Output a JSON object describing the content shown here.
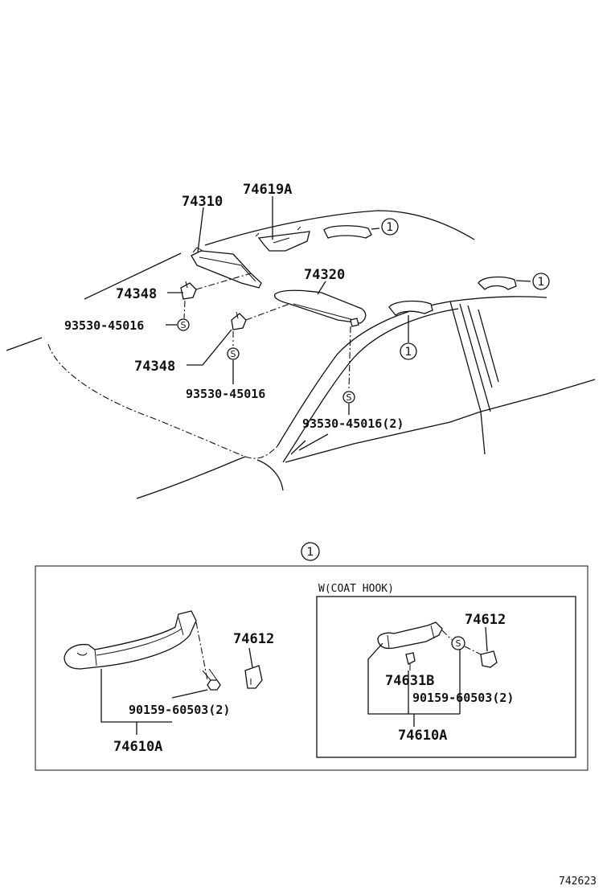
{
  "labels": {
    "visor_left": "74310",
    "holder": "74619A",
    "visor_right": "74320",
    "clip_upper": "74348",
    "clip_lower": "74348",
    "screw_left": "93530-45016",
    "screw_mid": "93530-45016",
    "screw_right": "93530-45016(2)",
    "ref_1": "1",
    "detail_title": "1",
    "inset_title": "W(COAT HOOK)",
    "cap_left": "74612",
    "cap_right": "74612",
    "hook": "74631B",
    "screw_detail_left": "90159-60503(2)",
    "screw_detail_right": "90159-60503(2)",
    "grip_left": "74610A",
    "grip_right": "74610A",
    "s_mark": "S",
    "drawing_no": "742623"
  },
  "icons": [
    "circled-number-1-icon",
    "screw-s-icon"
  ]
}
